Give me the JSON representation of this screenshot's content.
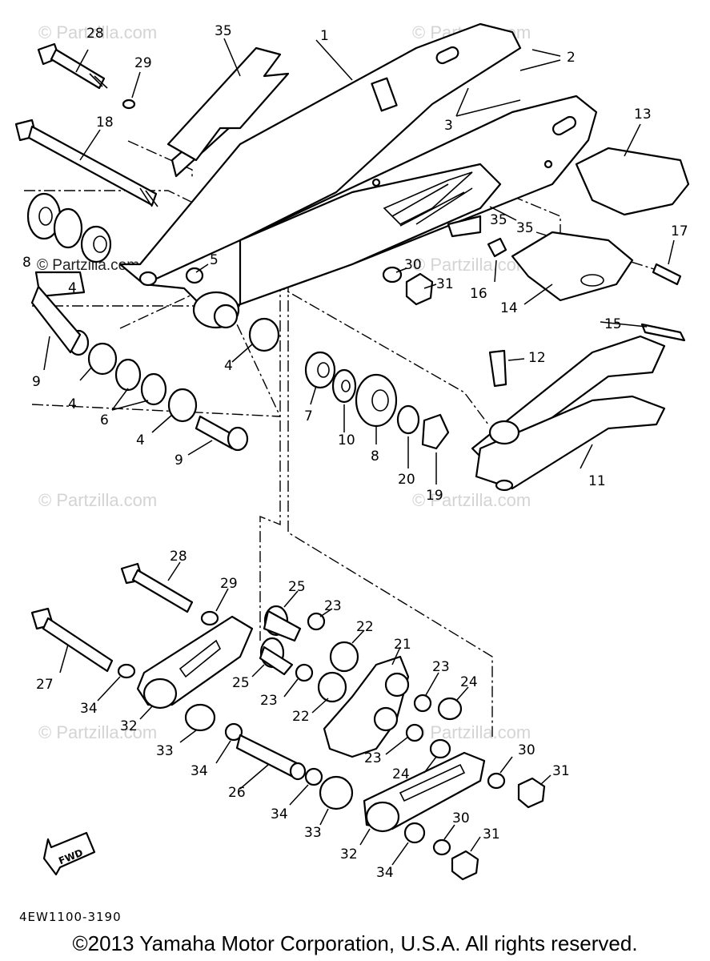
{
  "watermarks": [
    "© Partzilla.com",
    "© Partzilla.com",
    "© Partzilla.com",
    "© Partzilla.com",
    "© Partzilla.com",
    "© Partzilla.com",
    "© Partzilla.com",
    "© Partzilla.com",
    "© Partzilla.com"
  ],
  "watermark_dark": "© Partzilla.com",
  "callouts": [
    "1",
    "2",
    "3",
    "4",
    "4",
    "4",
    "4",
    "5",
    "6",
    "7",
    "8",
    "8",
    "9",
    "9",
    "10",
    "11",
    "12",
    "13",
    "14",
    "15",
    "16",
    "17",
    "18",
    "19",
    "20",
    "21",
    "22",
    "22",
    "23",
    "23",
    "23",
    "23",
    "24",
    "24",
    "25",
    "25",
    "26",
    "27",
    "28",
    "28",
    "29",
    "29",
    "30",
    "30",
    "30",
    "31",
    "31",
    "31",
    "32",
    "32",
    "33",
    "33",
    "34",
    "34",
    "34",
    "34",
    "35",
    "35",
    "35"
  ],
  "fwd_label": "FWD",
  "diagram_code": "4EW1100-3190",
  "copyright": "©2013 Yamaha Motor Corporation, U.S.A. All rights reserved."
}
